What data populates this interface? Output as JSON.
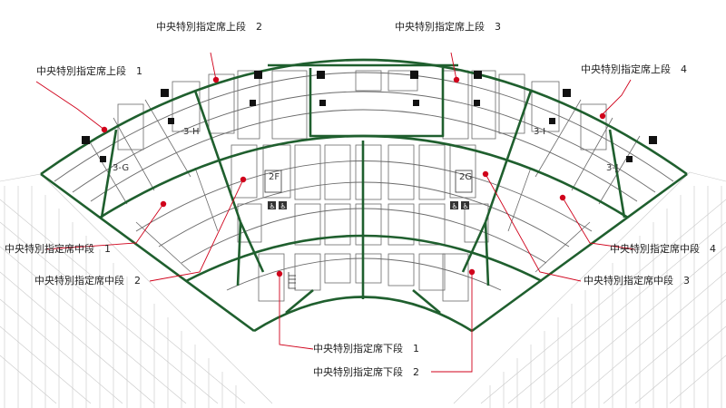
{
  "colors": {
    "section_border": "#1f5f2e",
    "leader_line": "#d0021b",
    "marker_dot": "#d0021b",
    "pillar": "#111111",
    "outer_stands": "#c8c8c8",
    "inner_lines": "#6a6a6a"
  },
  "sections": [
    {
      "id": "upper-1",
      "label": "中央特別指定席上段　1"
    },
    {
      "id": "upper-2",
      "label": "中央特別指定席上段　2"
    },
    {
      "id": "upper-3",
      "label": "中央特別指定席上段　3"
    },
    {
      "id": "upper-4",
      "label": "中央特別指定席上段　4"
    },
    {
      "id": "middle-1",
      "label": "中央特別指定席中段　1"
    },
    {
      "id": "middle-2",
      "label": "中央特別指定席中段　2"
    },
    {
      "id": "middle-3",
      "label": "中央特別指定席中段　3"
    },
    {
      "id": "middle-4",
      "label": "中央特別指定席中段　4"
    },
    {
      "id": "lower-1",
      "label": "中央特別指定席下段　1"
    },
    {
      "id": "lower-2",
      "label": "中央特別指定席下段　2"
    }
  ],
  "gates": [
    "2F",
    "2G",
    "3-H",
    "3-G",
    "3-I",
    "3-J"
  ],
  "icons": [
    "wheelchair-icon",
    "stairs-icon",
    "pillar-icon"
  ]
}
